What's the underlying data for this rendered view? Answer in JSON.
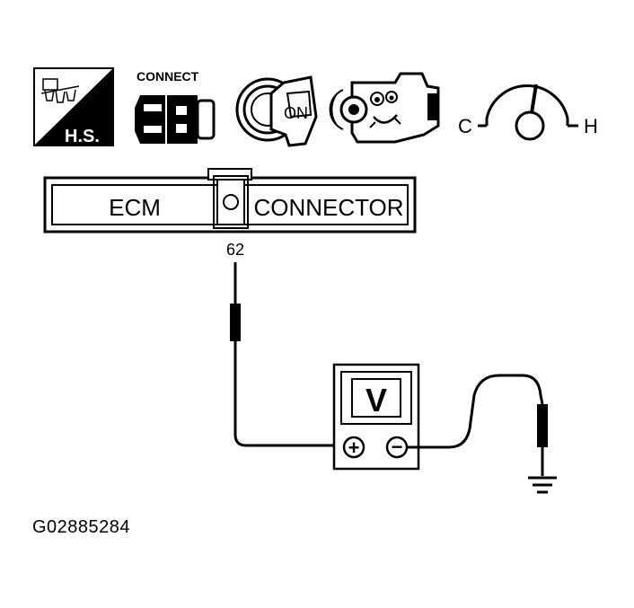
{
  "icons": {
    "hs_label": "H.S.",
    "connect_label": "CONNECT",
    "ignition_label": "ON",
    "temp_cold_label": "C",
    "temp_hot_label": "H"
  },
  "connector": {
    "left_label": "ECM",
    "right_label": "CONNECTOR",
    "terminal_label": "62"
  },
  "meter": {
    "mode_label": "V",
    "positive_symbol": "+",
    "negative_symbol": "−"
  },
  "reference_code": "G02885284"
}
